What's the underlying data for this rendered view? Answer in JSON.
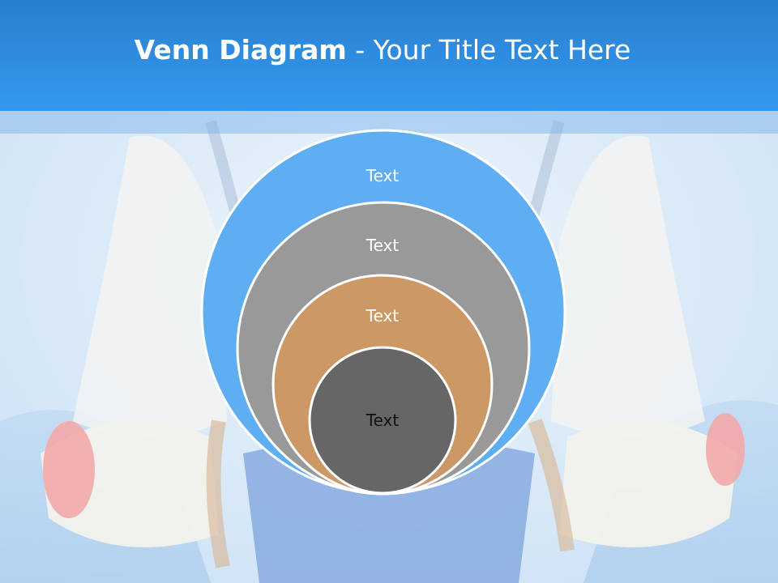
{
  "title": {
    "bold": "Venn Diagram",
    "rest": " - Your Title Text Here"
  },
  "diagram": {
    "circles": [
      {
        "label": "Text",
        "fill": "#5faef3",
        "text_color": "#ffffff"
      },
      {
        "label": "Text",
        "fill": "#999999",
        "text_color": "#ffffff"
      },
      {
        "label": "Text",
        "fill": "#cc9966",
        "text_color": "#ffffff"
      },
      {
        "label": "Text",
        "fill": "#666666",
        "text_color": "#111111"
      }
    ]
  },
  "colors": {
    "title_bar": "#3399ee",
    "background": "#cfe3f5"
  }
}
